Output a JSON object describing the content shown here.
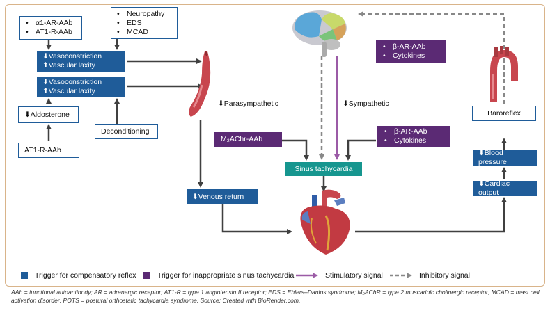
{
  "boxes": {
    "aab_list": [
      "α1-AR-AAb",
      "AT1-R-AAb"
    ],
    "conditions_list": [
      "Neuropathy",
      "EDS",
      "MCAD"
    ],
    "vaso_top": [
      "⬇Vasoconstriction",
      "⬆Vascular laxity"
    ],
    "vaso_bottom": [
      "⬇Vasoconstriction",
      "⬆Vascular laxity"
    ],
    "aldosterone": "⬇Aldosterone",
    "deconditioning": "Deconditioning",
    "at1r": "AT1-R-AAb",
    "beta_top": [
      "β-AR-AAb",
      "Cytokines"
    ],
    "beta_mid": [
      "β-AR-AAb",
      "Cytokines"
    ],
    "m2": "M₂AChr-AAb",
    "sinus": "Sinus tachycardia",
    "venous": "⬇Venous return",
    "baroreflex": "Baroreflex",
    "blood_pressure": "⬇Blood pressure",
    "cardiac_output": "⬇Cardiac output"
  },
  "labels": {
    "parasympathetic": "⬇Parasympathetic",
    "sympathetic": "⬇Sympathetic"
  },
  "legend": {
    "compensatory": "Trigger for compensatory reflex",
    "inappropriate": "Trigger for inappropriate sinus tachycardia",
    "stimulatory": "Stimulatory signal",
    "inhibitory": "Inhibitory signal"
  },
  "colors": {
    "compensatory": "#1f5c99",
    "inappropriate": "#5b2a74",
    "stimulatory": "#9b5ba6",
    "inhibitory": "#777777",
    "sinus": "#16968f"
  },
  "footnote": "AAb = functional autoantibody; AR = adrenergic receptor; AT1-R = type 1 angiotensin II receptor; EDS = Ehlers–Danlos syndrome; M₂AChR = type 2 muscarinic cholinergic receptor; MCAD = mast cell activation disorder; POTS = postural orthostatic tachycardia syndrome. Source: Created with BioRender.com.",
  "illustrations": [
    "brain-illustration",
    "heart-illustration",
    "vein-illustration",
    "aorta-illustration"
  ]
}
